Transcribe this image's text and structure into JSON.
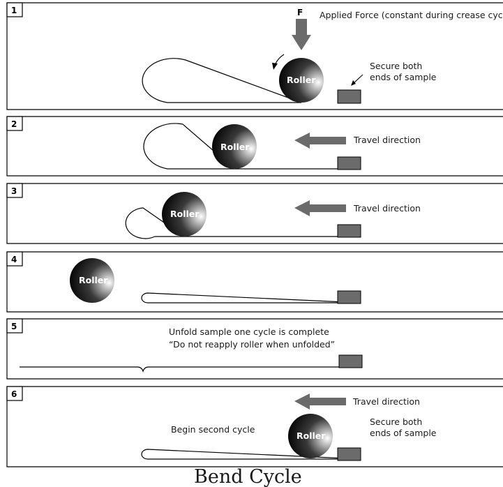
{
  "title": "Bend Cycle",
  "roller_label": "Roller",
  "panels": [
    {
      "number": "1",
      "force_label": "F",
      "force_note": "Applied Force (constant during crease cycle)",
      "secure_line1": "Secure both",
      "secure_line2": "ends of sample"
    },
    {
      "number": "2",
      "direction_label": "Travel direction"
    },
    {
      "number": "3",
      "direction_label": "Travel direction"
    },
    {
      "number": "4"
    },
    {
      "number": "5",
      "note_line1": "Unfold sample one cycle is complete",
      "note_line2": "“Do not reapply roller when unfolded”"
    },
    {
      "number": "6",
      "direction_label": "Travel direction",
      "cycle_label": "Begin second cycle",
      "secure_line1": "Secure both",
      "secure_line2": "ends of sample"
    }
  ],
  "colors": {
    "arrow": "#6b6b6b",
    "block": "#6b6b6b",
    "roller_dark": "#000000",
    "roller_light": "#ffffff"
  }
}
